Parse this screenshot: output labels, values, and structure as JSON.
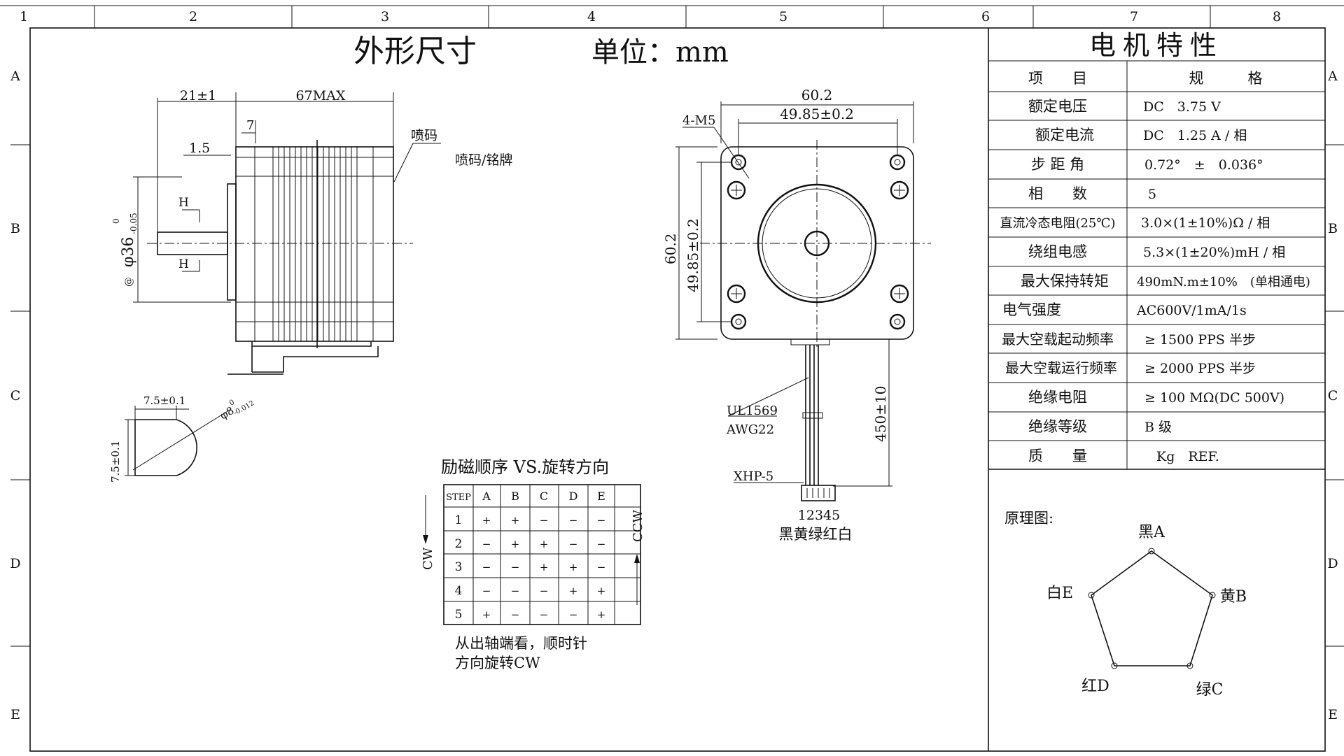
{
  "border": {
    "columns": [
      "1",
      "2",
      "3",
      "4",
      "5",
      "6",
      "7",
      "8"
    ],
    "rows": [
      "A",
      "B",
      "C",
      "D",
      "E"
    ]
  },
  "title": {
    "main": "外形尺寸",
    "unit": "单位：mm"
  },
  "side_view": {
    "dim_21": "21±1",
    "dim_67": "67MAX",
    "dim_7": "7",
    "dim_1_5": "1.5",
    "label_pen": "喷码",
    "label_pen_plate": "喷码/铭牌",
    "section_h_top": "H",
    "section_h_bottom": "H",
    "diameter": "φ36",
    "diameter_tol_upper": "0",
    "diameter_tol_lower": "-0.05",
    "datum": "@"
  },
  "shaft_section": {
    "flat": "7.5±0.1",
    "height": "7.5±0.1",
    "diameter": "φ8",
    "diameter_tol_upper": "0",
    "diameter_tol_lower": "-0.012"
  },
  "front_view": {
    "width": "60.2",
    "hole_spacing_h": "49.85±0.2",
    "holes": "4-M5",
    "height": "60.2",
    "hole_spacing_v": "49.85±0.2",
    "cable_spec": "UL1569",
    "wire_gauge": "AWG22",
    "lead_length": "450±10",
    "connector": "XHP-5",
    "pins": "12345",
    "colors": "黑黄绿红白"
  },
  "step_table": {
    "title": "励磁顺序 VS.旋转方向",
    "headers": [
      "STEP",
      "A",
      "B",
      "C",
      "D",
      "E"
    ],
    "rows": [
      [
        "1",
        "+",
        "+",
        "−",
        "−",
        "−"
      ],
      [
        "2",
        "−",
        "+",
        "+",
        "−",
        "−"
      ],
      [
        "3",
        "−",
        "−",
        "+",
        "+",
        "−"
      ],
      [
        "4",
        "−",
        "−",
        "−",
        "+",
        "+"
      ],
      [
        "5",
        "+",
        "−",
        "−",
        "−",
        "+"
      ]
    ],
    "cw": "CW",
    "ccw": "CCW",
    "note_line1": "从出轴端看，顺时针",
    "note_line2": "方向旋转CW"
  },
  "specs": {
    "title": "电机特性",
    "header_item": "项　　目",
    "header_spec": "规　　　格",
    "rows": [
      {
        "item": "额定电压",
        "value": "DC　3.75 V"
      },
      {
        "item": "额定电流",
        "value": "DC　1.25 A / 相"
      },
      {
        "item": "步 距 角",
        "value": "0.72°　±　0.036°"
      },
      {
        "item": "相　　数",
        "value": "5"
      },
      {
        "item": "直流冷态电阻(25℃)",
        "value": "3.0×(1±10%)Ω / 相"
      },
      {
        "item": "绕组电感",
        "value": "5.3×(1±20%)mH / 相"
      },
      {
        "item": "最大保持转矩",
        "value": "490mN.m±10%　(单相通电)"
      },
      {
        "item": "电气强度",
        "value": "AC600V/1mA/1s"
      },
      {
        "item": "最大空载起动频率",
        "value": "≥ 1500 PPS 半步"
      },
      {
        "item": "最大空载运行频率",
        "value": "≥ 2000 PPS 半步"
      },
      {
        "item": "绝缘电阻",
        "value": "≥ 100 MΩ(DC 500V)"
      },
      {
        "item": "绝缘等级",
        "value": "B 级"
      },
      {
        "item": "质　　量",
        "value": "Kg　REF."
      }
    ]
  },
  "schematic": {
    "title": "原理图:",
    "nodes": [
      "黑A",
      "黄B",
      "绿C",
      "红D",
      "白E"
    ]
  }
}
